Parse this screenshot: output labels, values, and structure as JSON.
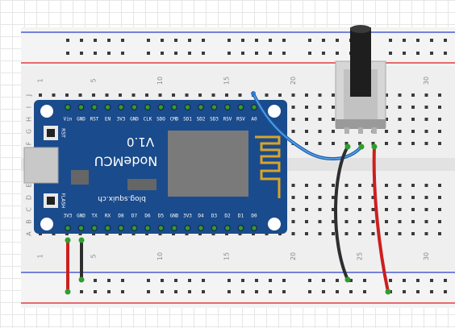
{
  "breadboard": {
    "column_numbers": [
      "1",
      "5",
      "10",
      "15",
      "20",
      "25",
      "30"
    ],
    "row_letters_top": [
      "J",
      "I",
      "H",
      "G",
      "F"
    ],
    "row_letters_bottom": [
      "E",
      "D",
      "C",
      "B",
      "A"
    ]
  },
  "nodemcu": {
    "model": "V1.0",
    "name": "NodeMCU",
    "url": "blog.squix.ch",
    "rst_label": "RST",
    "flash_label": "FLASH",
    "top_pins": [
      "Vin",
      "GND",
      "RST",
      "EN",
      "3V3",
      "GND",
      "CLK",
      "SDO",
      "CMD",
      "SD1",
      "SD2",
      "SD3",
      "RSV",
      "RSV",
      "A0"
    ],
    "bottom_pins": [
      "3V3",
      "GND",
      "TX",
      "RX",
      "D8",
      "D7",
      "D6",
      "D5",
      "GND",
      "3V3",
      "D4",
      "D3",
      "D2",
      "D1",
      "D0"
    ]
  },
  "potentiometer": {
    "label": ""
  },
  "wires": [
    {
      "name": "a0-to-pot-wiper",
      "color": "#2a7bd4"
    },
    {
      "name": "gnd-to-pot",
      "color": "#333333"
    },
    {
      "name": "3v3-to-pot",
      "color": "#cc1f1f"
    },
    {
      "name": "3v3-to-rail",
      "color": "#cc1f1f"
    },
    {
      "name": "gnd-to-rail",
      "color": "#333333"
    }
  ],
  "colors": {
    "board_blue": "#1a4b8c",
    "rail_red": "#e03c3c",
    "rail_blue": "#4a5bd4",
    "breadboard": "#efefef"
  }
}
